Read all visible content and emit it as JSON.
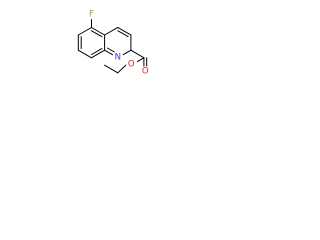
{
  "molecule": {
    "atoms": {
      "fluorine": {
        "symbol": "F",
        "color": "#7fb04a"
      },
      "nitrogen": {
        "symbol": "N",
        "color": "#3c3cd6"
      },
      "oxygen_carbonyl": {
        "symbol": "O",
        "color": "#d92a2a"
      },
      "oxygen_ester": {
        "symbol": "O",
        "color": "#d92a2a"
      }
    },
    "bond_color": "#000000"
  }
}
